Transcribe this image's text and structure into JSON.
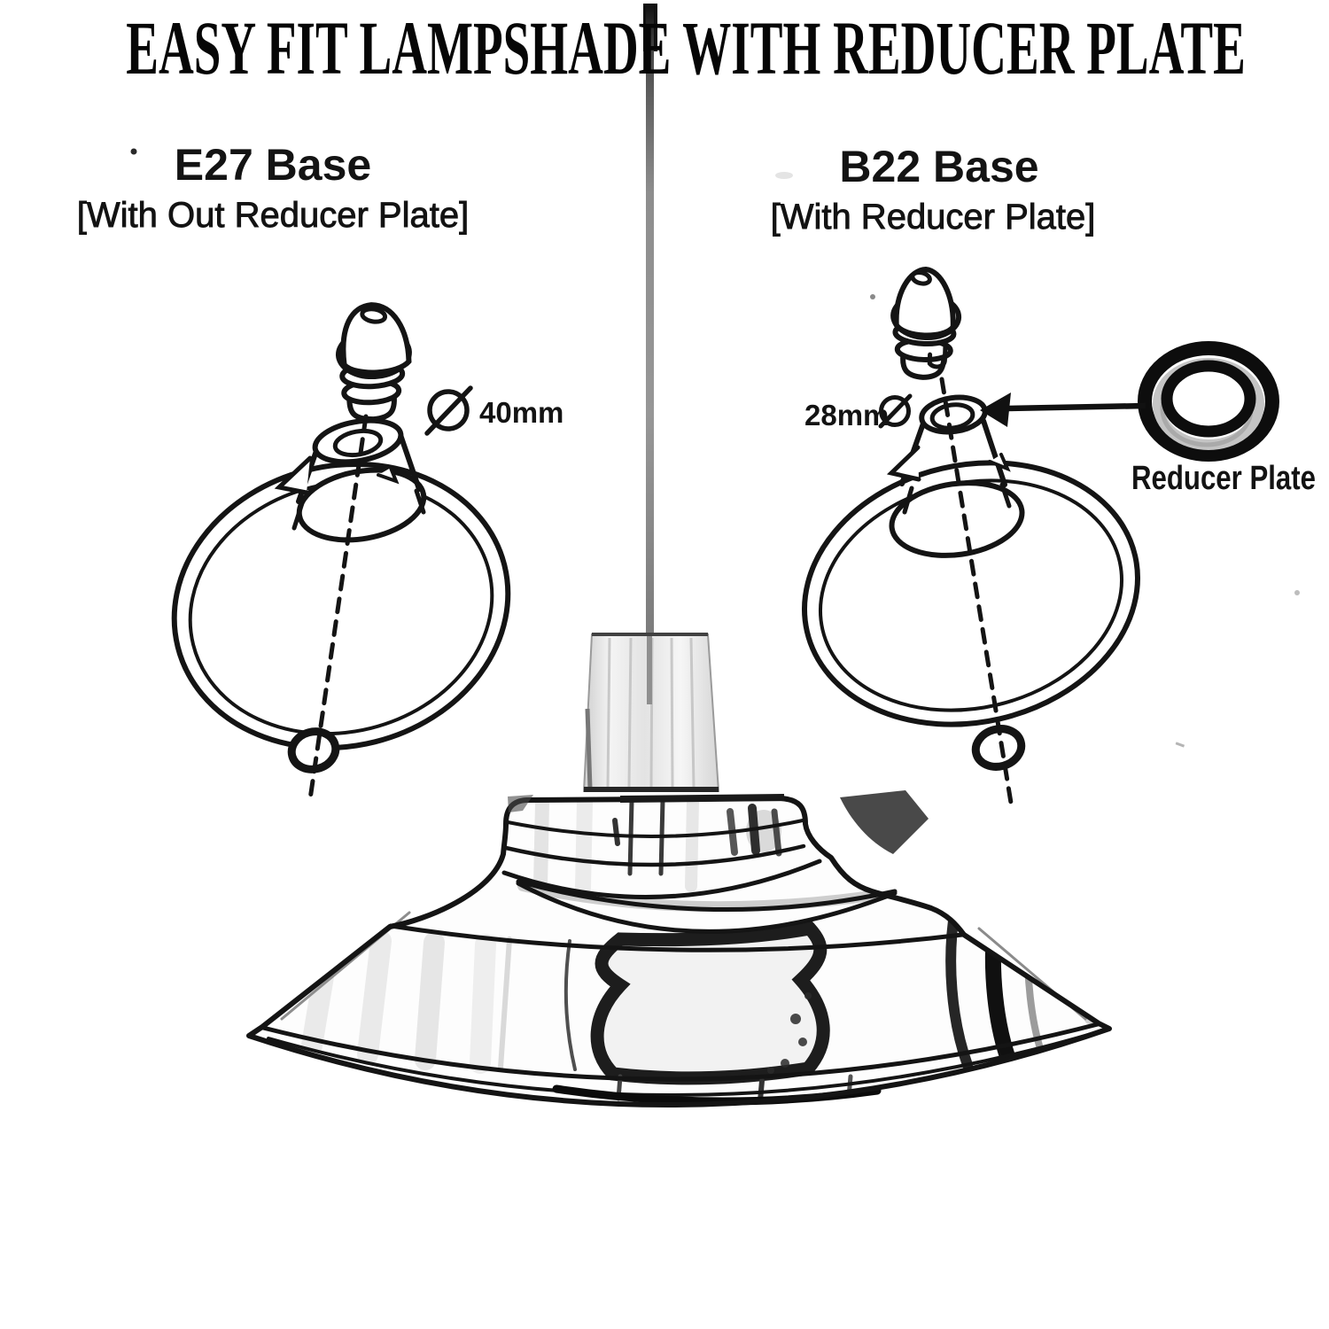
{
  "title": "EASY FIT LAMPSHADE WITH REDUCER PLATE",
  "left_diagram": {
    "heading": "E27 Base",
    "subheading": "[With Out Reducer Plate]",
    "diameter": "40mm",
    "diameter_symbol": "Ø",
    "diameter_icon": "diameter-circle-slash-icon"
  },
  "right_diagram": {
    "heading": "B22 Base",
    "subheading": "[With Reducer Plate]",
    "diameter": "28mm",
    "diameter_symbol": "Ø",
    "diameter_icon": "diameter-circle-slash-icon",
    "callout_label": "Reducer Plate"
  },
  "colors": {
    "ink": "#141414",
    "cord": "#8d8d8d",
    "background": "#ffffff"
  }
}
